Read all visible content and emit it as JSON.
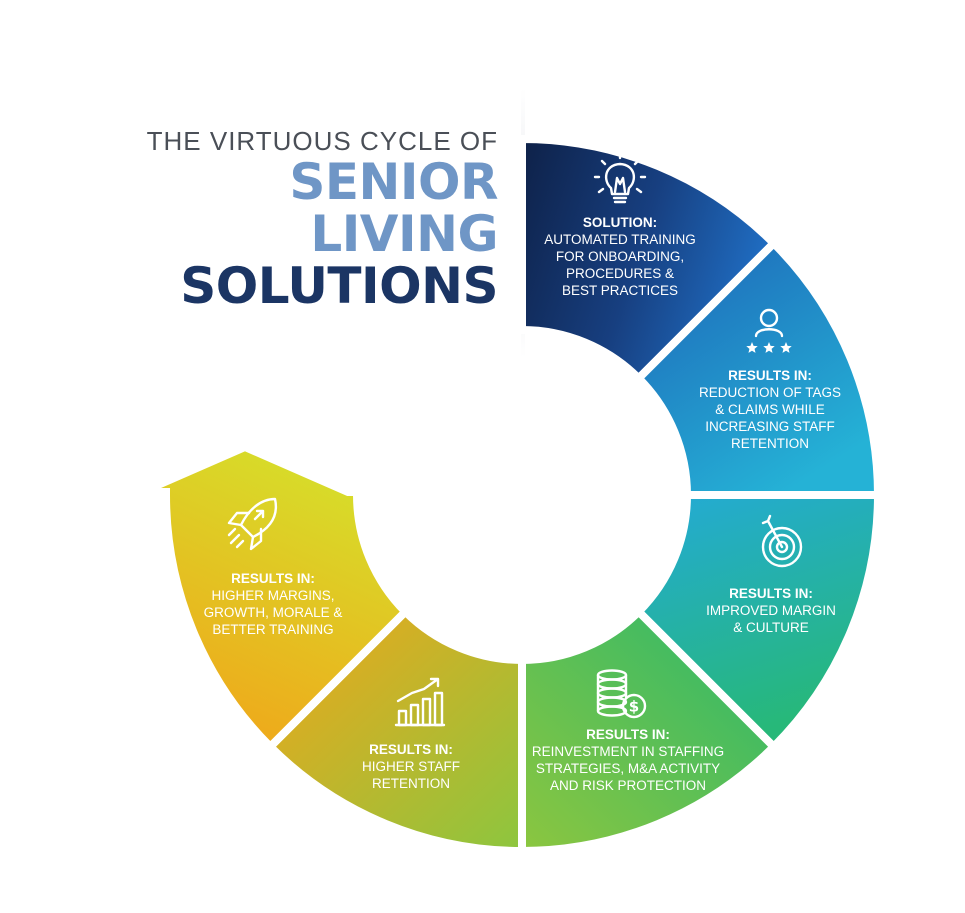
{
  "title": {
    "line1": "THE VIRTUOUS CYCLE OF",
    "line2": "SENIOR",
    "line3": "LIVING",
    "line4": "SOLUTIONS"
  },
  "colors": {
    "title_light": "#6f96c6",
    "title_dark": "#1b3564"
  },
  "segments": [
    {
      "icon": "lightbulb-icon",
      "heading": "SOLUTION:",
      "lines": [
        "AUTOMATED TRAINING",
        "FOR ONBOARDING,",
        "PROCEDURES &",
        "BEST PRACTICES"
      ]
    },
    {
      "icon": "person-rating-icon",
      "heading": "RESULTS IN:",
      "lines": [
        "REDUCTION OF TAGS",
        "& CLAIMS WHILE",
        "INCREASING STAFF",
        "RETENTION"
      ]
    },
    {
      "icon": "target-icon",
      "heading": "RESULTS IN:",
      "lines": [
        "IMPROVED MARGIN",
        "& CULTURE"
      ]
    },
    {
      "icon": "coins-dollar-icon",
      "heading": "RESULTS IN:",
      "lines": [
        "REINVESTMENT IN STAFFING",
        "STRATEGIES, M&A ACTIVITY",
        "AND RISK PROTECTION"
      ]
    },
    {
      "icon": "growth-chart-icon",
      "heading": "RESULTS IN:",
      "lines": [
        "HIGHER STAFF",
        "RETENTION"
      ]
    },
    {
      "icon": "rocket-icon",
      "heading": "RESULTS IN:",
      "lines": [
        "HIGHER MARGINS,",
        "GROWTH, MORALE &",
        "BETTER TRAINING"
      ]
    }
  ]
}
